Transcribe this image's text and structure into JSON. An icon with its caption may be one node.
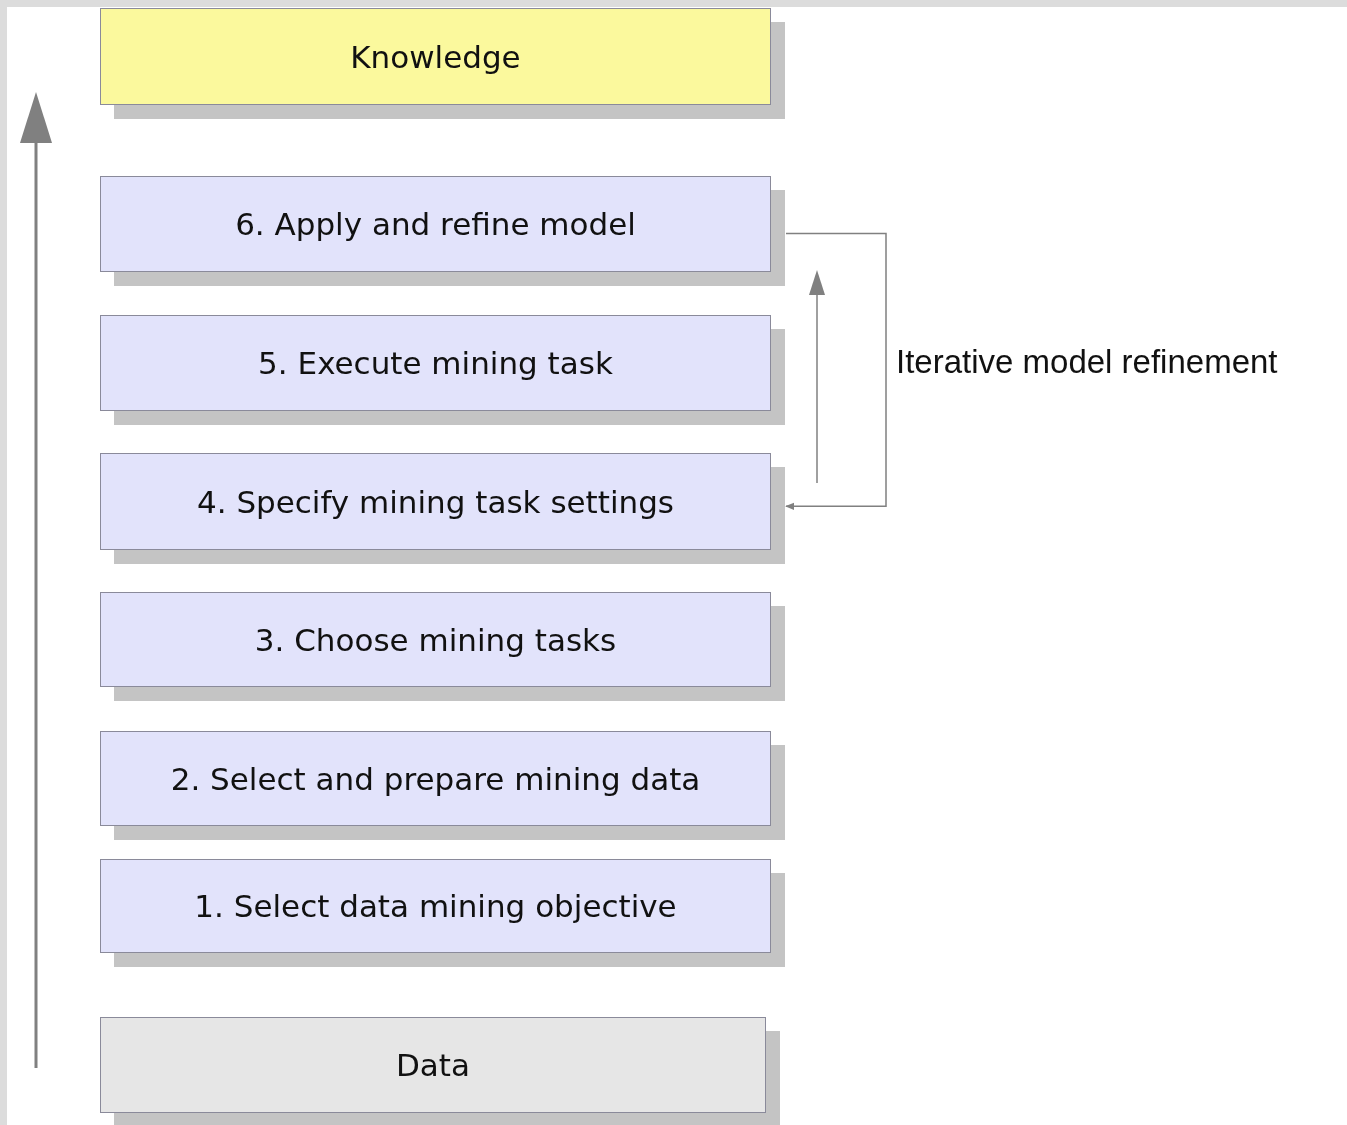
{
  "diagram": {
    "nodes": [
      {
        "text": [
          "Knowledge"
        ]
      },
      {
        "text": [
          "6. Apply and refine model"
        ]
      },
      {
        "text": [
          "5. Execute mining task"
        ]
      },
      {
        "text": [
          "4. Specify mining task settings"
        ]
      },
      {
        "text": [
          "3. Choose mining tasks"
        ]
      },
      {
        "text": [
          "2. Select and prepare mining data"
        ]
      },
      {
        "text": [
          "1. Select data mining objective"
        ]
      },
      {
        "text": [
          "Data"
        ]
      }
    ],
    "edges": [
      {
        "from": 1,
        "to": 3,
        "arrow": "to"
      }
    ],
    "labels": [
      "Iterative model refinement"
    ]
  }
}
